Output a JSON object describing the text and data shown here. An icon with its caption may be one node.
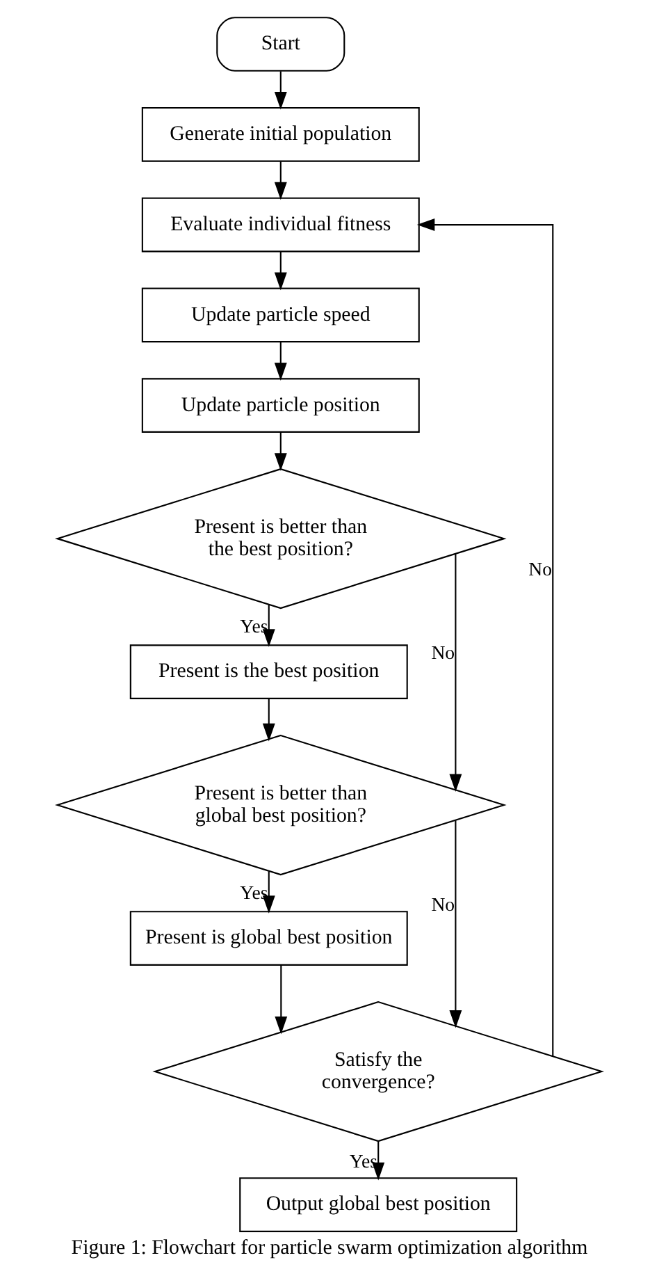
{
  "diagram": {
    "caption": "Figure 1: Flowchart for particle swarm optimization algorithm",
    "nodes": [
      {
        "text": [
          "Start"
        ]
      },
      {
        "text": [
          "Generate initial population"
        ]
      },
      {
        "text": [
          "Evaluate individual fitness"
        ]
      },
      {
        "text": [
          "Update particle speed"
        ]
      },
      {
        "text": [
          "Update particle position"
        ]
      },
      {
        "text": [
          "Present is better than the best position?"
        ]
      },
      {
        "text": [
          "Present is the best position"
        ]
      },
      {
        "text": [
          "Present is better than global best position?"
        ]
      },
      {
        "text": [
          "Present is global best position"
        ]
      },
      {
        "text": [
          "Satisfy the convergence?"
        ]
      },
      {
        "text": [
          "Output global best position"
        ]
      }
    ],
    "edges": [
      {
        "from": 0,
        "to": 1,
        "arrow": "to"
      },
      {
        "from": 1,
        "to": 2,
        "arrow": "to"
      },
      {
        "from": 2,
        "to": 3,
        "arrow": "to"
      },
      {
        "from": 3,
        "to": 4,
        "arrow": "to"
      },
      {
        "from": 4,
        "to": 5,
        "arrow": "to"
      },
      {
        "from": 5,
        "to": 6,
        "arrow": "to",
        "label": "Yes"
      },
      {
        "from": 5,
        "to": 7,
        "arrow": "to",
        "label": "No"
      },
      {
        "from": 6,
        "to": 7,
        "arrow": "to"
      },
      {
        "from": 7,
        "to": 8,
        "arrow": "to",
        "label": "Yes"
      },
      {
        "from": 7,
        "to": 9,
        "arrow": "to",
        "label": "No"
      },
      {
        "from": 8,
        "to": 9,
        "arrow": "to"
      },
      {
        "from": 9,
        "to": 10,
        "arrow": "to",
        "label": "Yes"
      },
      {
        "from": 9,
        "to": 2,
        "arrow": "to",
        "label": "No"
      }
    ]
  }
}
